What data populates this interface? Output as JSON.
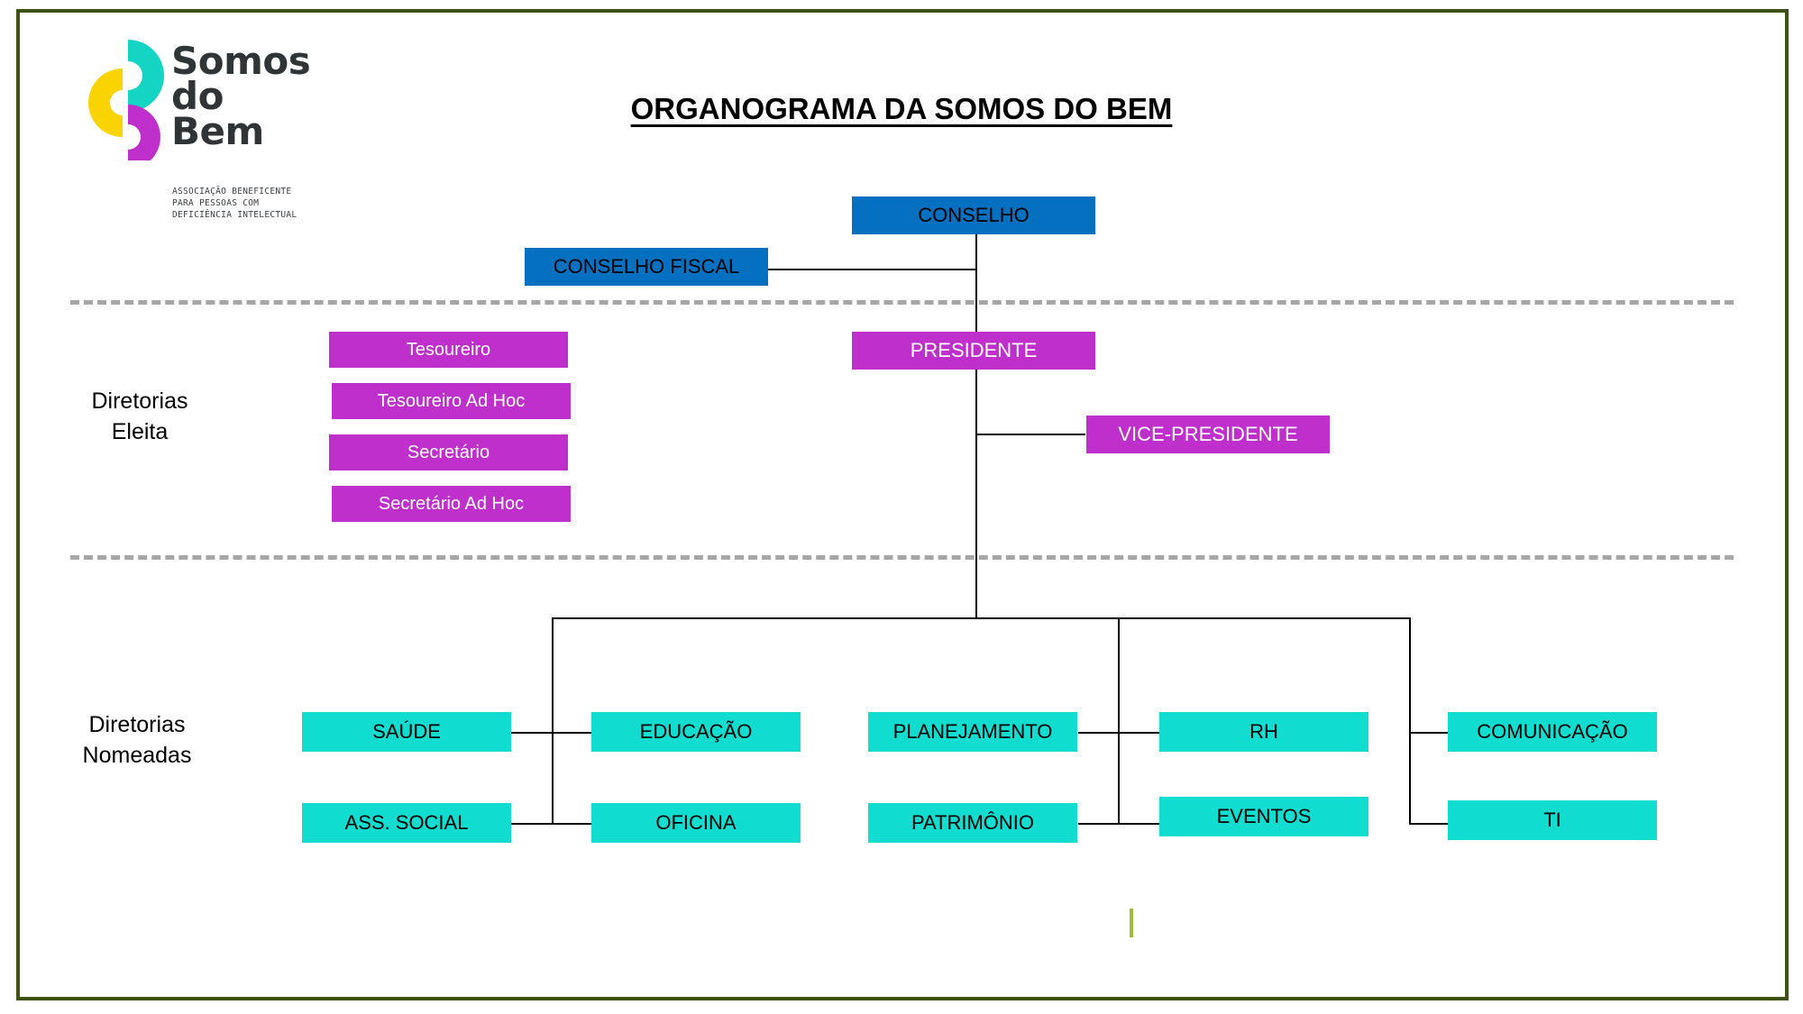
{
  "document": {
    "title": "ORGANOGRAMA DA SOMOS DO BEM",
    "border_color": "#3d5213",
    "background": "#ffffff"
  },
  "logo": {
    "name": "somos-do-bem-logo",
    "word_lines": [
      "Somos",
      "do",
      "Bem"
    ],
    "tagline_lines": [
      "ASSOCIAÇÃO BENEFICENTE",
      "PARA PESSOAS COM",
      "DEFICIÊNCIA INTELECTUAL"
    ],
    "colors": {
      "teal": "#14d4c4",
      "yellow": "#fad400",
      "magenta": "#bf2fcb",
      "text": "#2f3437"
    }
  },
  "sections": {
    "eleita_label": "Diretorias\nEleita",
    "nomeadas_label": "Diretorias\nNomeadas"
  },
  "palette": {
    "blue": "#0570c0",
    "purple": "#bf2fcb",
    "cyan": "#11dcd0",
    "divider": "#a6a6a6",
    "connector": "#000000",
    "green_tick": "#9bbb3b"
  },
  "chart_data": {
    "type": "org-chart",
    "title": "ORGANOGRAMA DA SOMOS DO BEM",
    "levels": [
      {
        "name": "conselho",
        "nodes": [
          {
            "id": "conselho",
            "label": "CONSELHO",
            "color": "#0570c0"
          },
          {
            "id": "conselho_fiscal",
            "label": "CONSELHO FISCAL",
            "color": "#0570c0"
          }
        ]
      },
      {
        "name": "diretorias_eleita",
        "group_label": "Diretorias Eleita",
        "nodes": [
          {
            "id": "presidente",
            "label": "PRESIDENTE",
            "color": "#bf2fcb"
          },
          {
            "id": "vice_presidente",
            "label": "VICE-PRESIDENTE",
            "color": "#bf2fcb"
          },
          {
            "id": "tesoureiro",
            "label": "Tesoureiro",
            "color": "#bf2fcb"
          },
          {
            "id": "tesoureiro_ad_hoc",
            "label": "Tesoureiro Ad Hoc",
            "color": "#bf2fcb"
          },
          {
            "id": "secretario",
            "label": "Secretário",
            "color": "#bf2fcb"
          },
          {
            "id": "secretario_ad_hoc",
            "label": "Secretário Ad Hoc",
            "color": "#bf2fcb"
          }
        ]
      },
      {
        "name": "diretorias_nomeadas",
        "group_label": "Diretorias Nomeadas",
        "nodes": [
          {
            "id": "saude",
            "label": "SAÚDE",
            "color": "#11dcd0"
          },
          {
            "id": "educacao",
            "label": "EDUCAÇÃO",
            "color": "#11dcd0"
          },
          {
            "id": "planejamento",
            "label": "PLANEJAMENTO",
            "color": "#11dcd0"
          },
          {
            "id": "rh",
            "label": "RH",
            "color": "#11dcd0"
          },
          {
            "id": "comunicacao",
            "label": "COMUNICAÇÃO",
            "color": "#11dcd0"
          },
          {
            "id": "ass_social",
            "label": "ASS. SOCIAL",
            "color": "#11dcd0"
          },
          {
            "id": "oficina",
            "label": "OFICINA",
            "color": "#11dcd0"
          },
          {
            "id": "patrimonio",
            "label": "PATRIMÔNIO",
            "color": "#11dcd0"
          },
          {
            "id": "eventos",
            "label": "EVENTOS",
            "color": "#11dcd0"
          },
          {
            "id": "ti",
            "label": "TI",
            "color": "#11dcd0"
          }
        ]
      }
    ],
    "edges": [
      {
        "from": "conselho",
        "to": "conselho_fiscal"
      },
      {
        "from": "conselho",
        "to": "presidente"
      },
      {
        "from": "presidente",
        "to": "vice_presidente"
      },
      {
        "from": "presidente",
        "to": "saude"
      },
      {
        "from": "presidente",
        "to": "educacao"
      },
      {
        "from": "presidente",
        "to": "planejamento"
      },
      {
        "from": "presidente",
        "to": "rh"
      },
      {
        "from": "presidente",
        "to": "comunicacao"
      },
      {
        "from": "presidente",
        "to": "ass_social"
      },
      {
        "from": "presidente",
        "to": "oficina"
      },
      {
        "from": "presidente",
        "to": "patrimonio"
      },
      {
        "from": "presidente",
        "to": "eventos"
      },
      {
        "from": "presidente",
        "to": "ti"
      }
    ]
  }
}
